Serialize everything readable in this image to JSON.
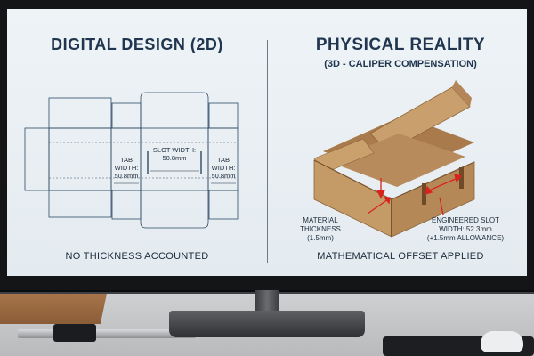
{
  "left": {
    "title": "DIGITAL DESIGN (2D)",
    "footer": "NO THICKNESS ACCOUNTED",
    "annotations": {
      "tab_width_left": [
        "TAB",
        "WIDTH:",
        "50.8mm"
      ],
      "slot_width": [
        "SLOT WIDTH:",
        "50.8mm"
      ],
      "tab_width_right": [
        "TAB",
        "WIDTH:",
        "50.8mm"
      ]
    }
  },
  "right": {
    "title": "PHYSICAL REALITY",
    "subtitle": "(3D - CALIPER COMPENSATION)",
    "footer": "MATHEMATICAL OFFSET APPLIED",
    "annotations": {
      "material_thickness": [
        "MATERIAL",
        "THICKNESS",
        "(1.5mm)"
      ],
      "engineered_slot": [
        "ENGINEERED SLOT",
        "WIDTH: 52.3mm",
        "(+1.5mm ALLOWANCE)"
      ]
    }
  },
  "colors": {
    "title": "#1f3550",
    "dieline": "#2c4a66",
    "cardboard": "#c49a66",
    "callout": "#d9231d"
  }
}
